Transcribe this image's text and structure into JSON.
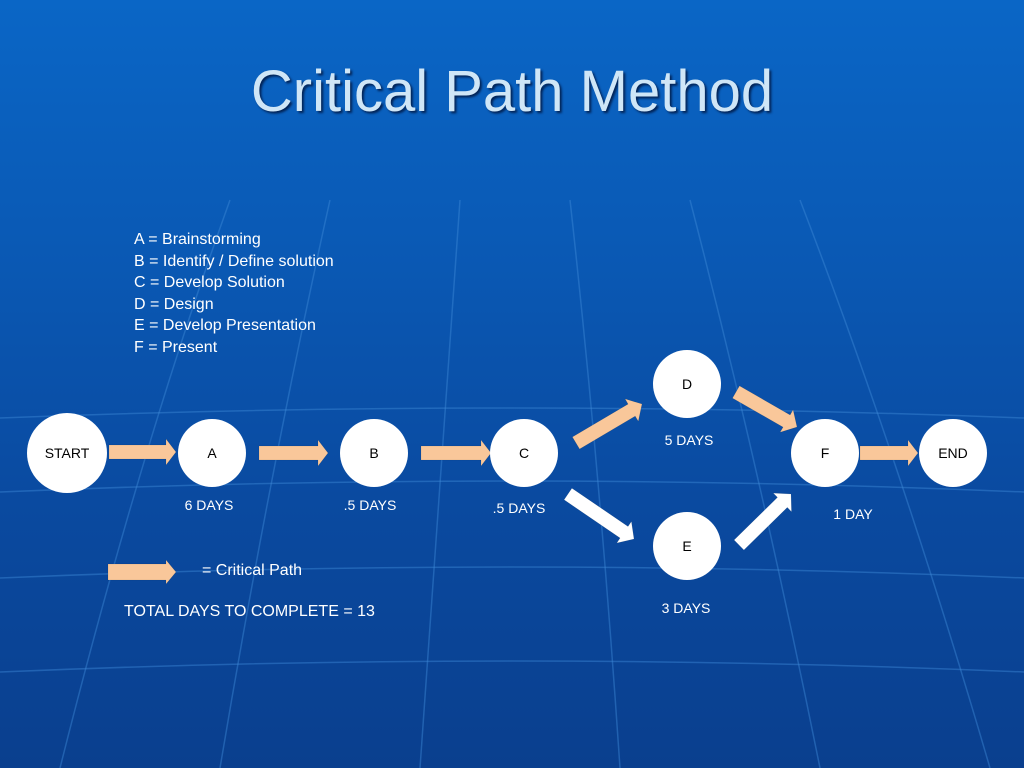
{
  "slide": {
    "title": "Critical Path Method"
  },
  "definitions": [
    "A = Brainstorming",
    "B = Identify / Define solution",
    "C = Develop Solution",
    "D = Design",
    "E = Develop Presentation",
    "F = Present"
  ],
  "nodes": {
    "start": {
      "label": "START"
    },
    "a": {
      "label": "A",
      "duration": "6 DAYS"
    },
    "b": {
      "label": "B",
      "duration": ".5 DAYS"
    },
    "c": {
      "label": "C",
      "duration": ".5 DAYS"
    },
    "d": {
      "label": "D",
      "duration": "5 DAYS"
    },
    "e": {
      "label": "E",
      "duration": "3 DAYS"
    },
    "f": {
      "label": "F",
      "duration": "1 DAY"
    },
    "end": {
      "label": "END"
    }
  },
  "edges": [
    {
      "from": "START",
      "to": "A",
      "critical": true
    },
    {
      "from": "A",
      "to": "B",
      "critical": true
    },
    {
      "from": "B",
      "to": "C",
      "critical": true
    },
    {
      "from": "C",
      "to": "D",
      "critical": true
    },
    {
      "from": "D",
      "to": "F",
      "critical": true
    },
    {
      "from": "C",
      "to": "E",
      "critical": false
    },
    {
      "from": "E",
      "to": "F",
      "critical": false
    },
    {
      "from": "F",
      "to": "END",
      "critical": true
    }
  ],
  "key": {
    "critical_path_label": "= Critical Path",
    "total_label": "TOTAL DAYS TO COMPLETE = 13"
  },
  "colors": {
    "critical_arrow": "#f9c79a",
    "normal_arrow": "#ffffff",
    "node_fill": "#ffffff",
    "background": "#0a58b3"
  }
}
